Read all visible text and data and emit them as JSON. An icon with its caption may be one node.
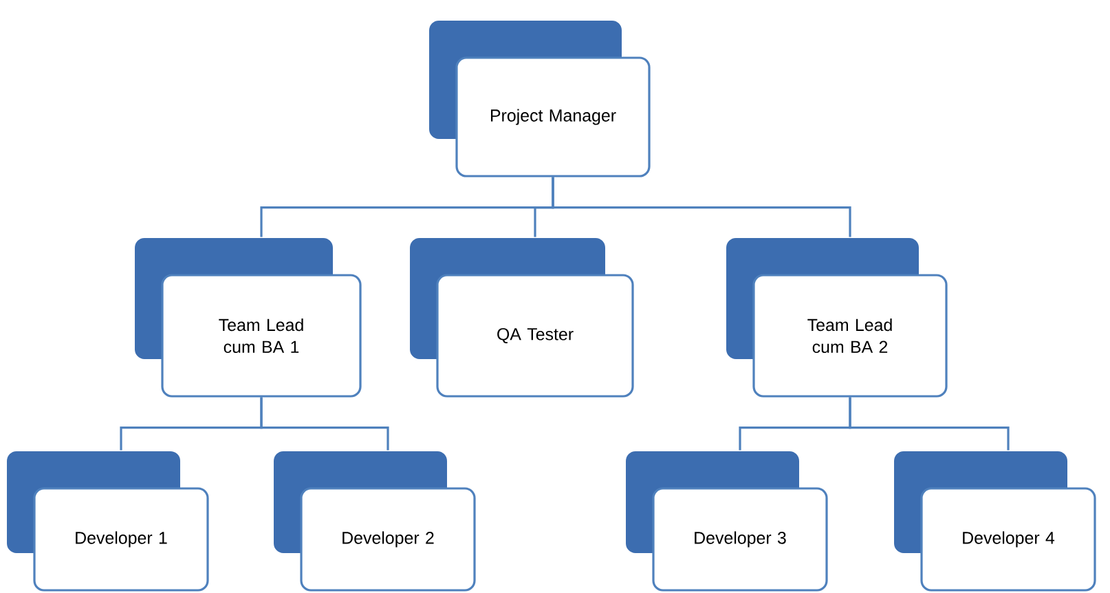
{
  "diagram": {
    "nodes": [
      {
        "text": [
          "Project Manager"
        ]
      },
      {
        "text": [
          "Team Lead cum BA 1"
        ]
      },
      {
        "text": [
          "QA Tester"
        ]
      },
      {
        "text": [
          "Team Lead cum BA 2"
        ]
      },
      {
        "text": [
          "Developer 1"
        ]
      },
      {
        "text": [
          "Developer 2"
        ]
      },
      {
        "text": [
          "Developer 3"
        ]
      },
      {
        "text": [
          "Developer 4"
        ]
      }
    ],
    "edges": [
      {
        "from": 0,
        "to": 1,
        "arrow": "none"
      },
      {
        "from": 0,
        "to": 2,
        "arrow": "none"
      },
      {
        "from": 0,
        "to": 3,
        "arrow": "none"
      },
      {
        "from": 1,
        "to": 4,
        "arrow": "none"
      },
      {
        "from": 1,
        "to": 5,
        "arrow": "none"
      },
      {
        "from": 3,
        "to": 6,
        "arrow": "none"
      },
      {
        "from": 3,
        "to": 7,
        "arrow": "none"
      }
    ]
  }
}
